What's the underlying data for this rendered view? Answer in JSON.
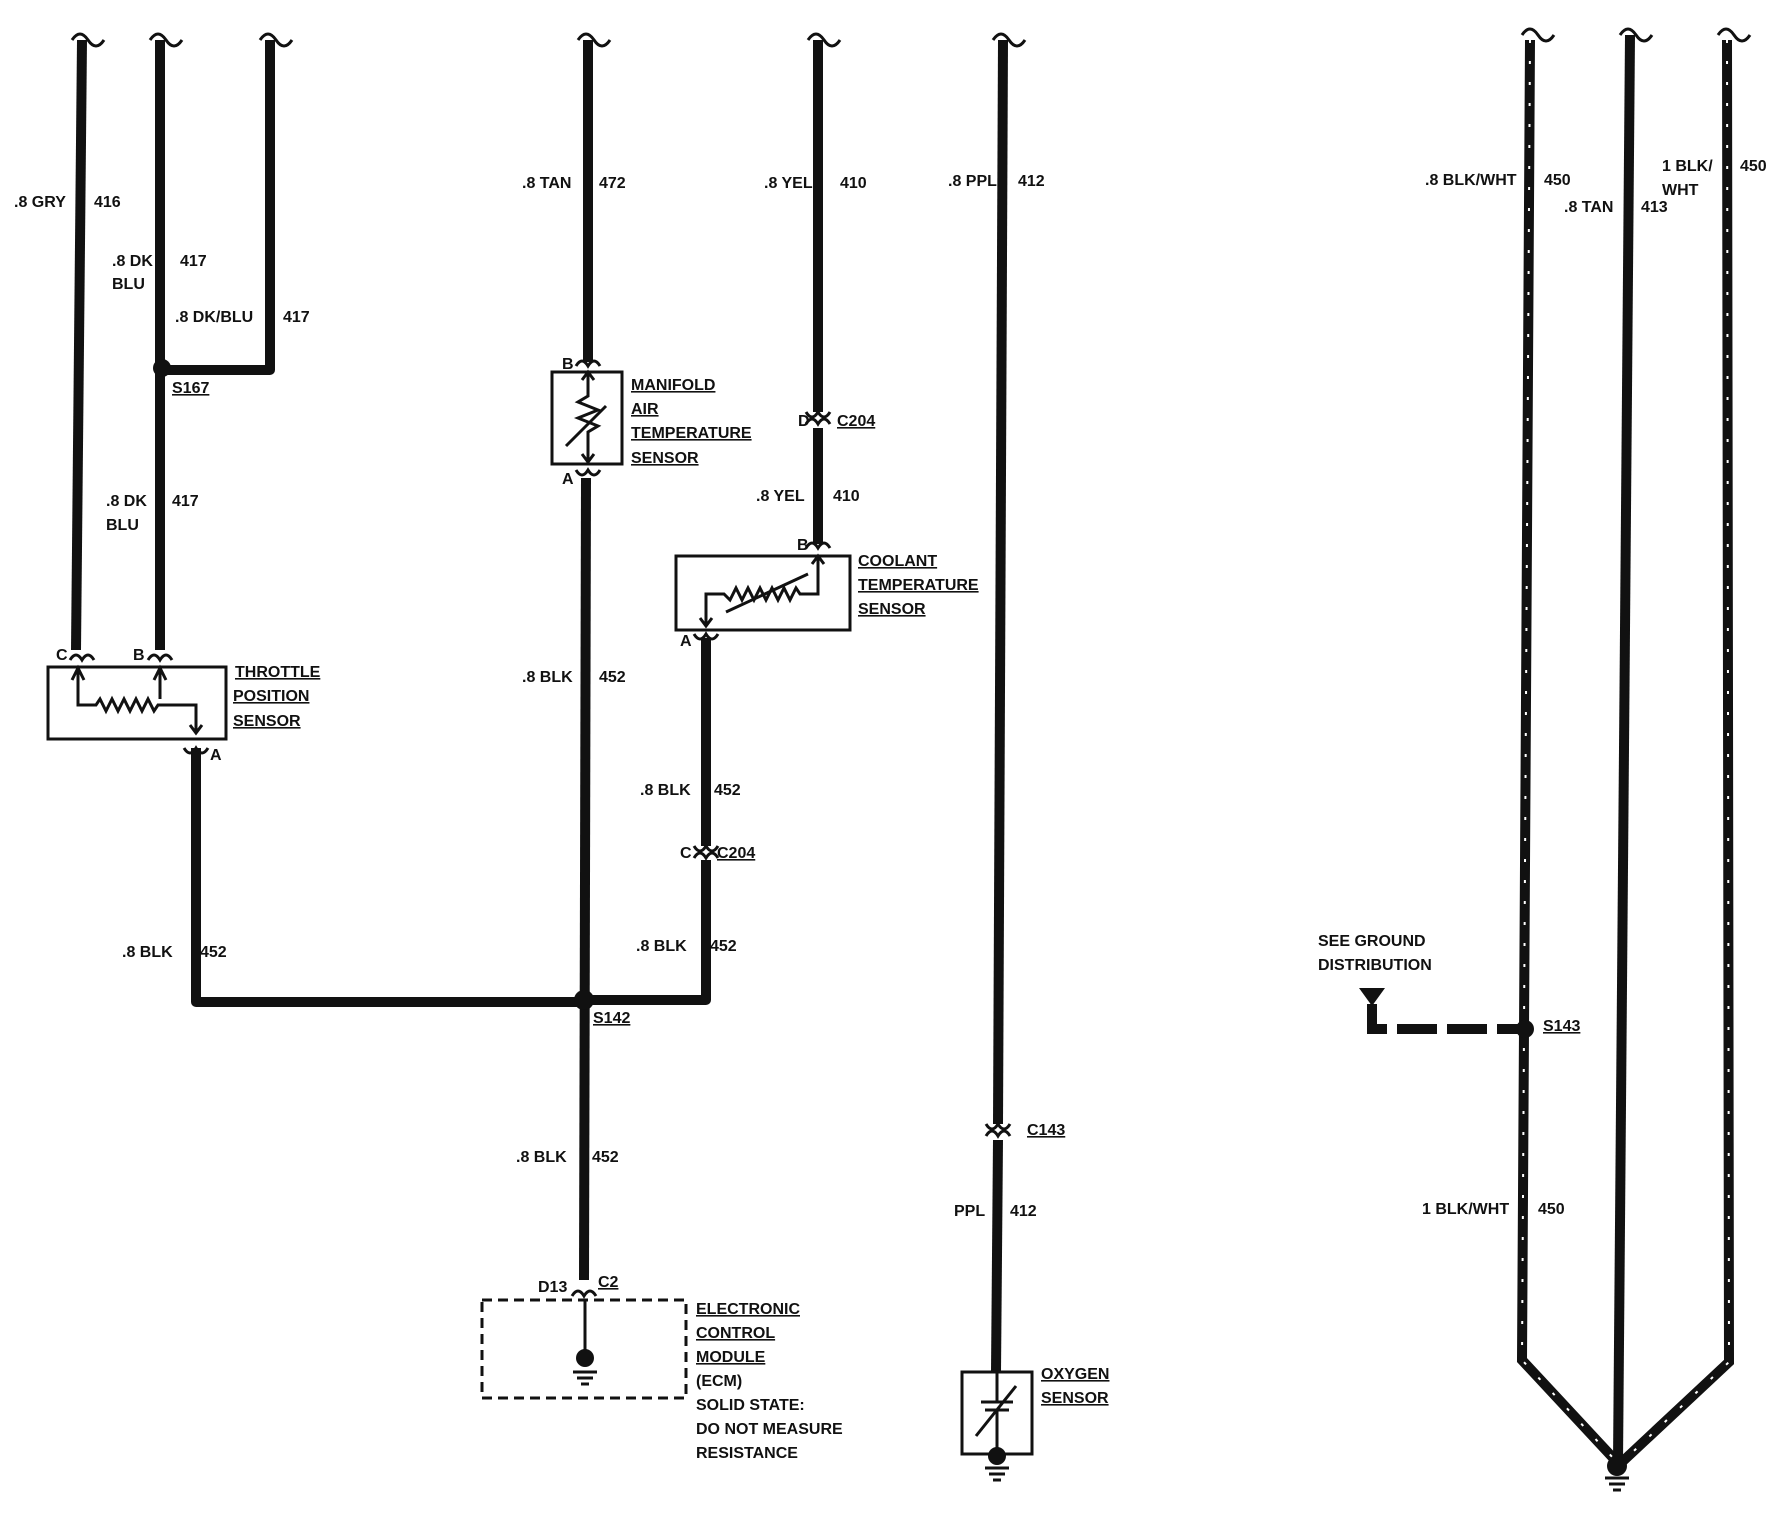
{
  "colors": {
    "ink": "#111111",
    "paper": "#ffffff"
  },
  "wires": {
    "w1": {
      "gauge": ".8 GRY",
      "circuit": "416"
    },
    "w2": {
      "gauge1": ".8 DK",
      "gauge2": "BLU",
      "circuit": "417"
    },
    "w3": {
      "gauge": ".8 DK/BLU",
      "circuit": "417"
    },
    "w2b": {
      "gauge1": ".8 DK",
      "gauge2": "BLU",
      "circuit": "417"
    },
    "tps_gnd": {
      "gauge": ".8 BLK",
      "circuit": "452"
    },
    "mat_top": {
      "gauge": ".8 TAN",
      "circuit": "472"
    },
    "mat_bot": {
      "gauge": ".8 BLK",
      "circuit": "452"
    },
    "cts_top": {
      "gauge": ".8 YEL",
      "circuit": "410"
    },
    "cts_mid": {
      "gauge": ".8 YEL",
      "circuit": "410"
    },
    "cts_bot1": {
      "gauge": ".8 BLK",
      "circuit": "452"
    },
    "cts_bot2": {
      "gauge": ".8 BLK",
      "circuit": "452"
    },
    "ecm": {
      "gauge": ".8 BLK",
      "circuit": "452"
    },
    "o2_top": {
      "gauge": ".8 PPL",
      "circuit": "412"
    },
    "o2_bot": {
      "gauge": "PPL",
      "circuit": "412"
    },
    "gnd1": {
      "gauge": ".8 BLK/WHT",
      "circuit": "450"
    },
    "gnd2": {
      "gauge": ".8 TAN",
      "circuit": "413"
    },
    "gnd3": {
      "gauge1": "1 BLK/",
      "gauge2": "WHT",
      "circuit": "450"
    },
    "gnd_bot": {
      "gauge": "1 BLK/WHT",
      "circuit": "450"
    }
  },
  "splices": {
    "s167": "S167",
    "s142": "S142",
    "s143": "S143"
  },
  "connectors": {
    "c204_d": "D",
    "c204": "C204",
    "c204_c": "C",
    "c143": "C143",
    "c2": "C2",
    "d13": "D13"
  },
  "pins": {
    "tps_c": "C",
    "tps_b": "B",
    "tps_a": "A",
    "mat_b": "B",
    "mat_a": "A",
    "cts_b": "B",
    "cts_a": "A"
  },
  "components": {
    "tps": [
      "THROTTLE",
      "POSITION",
      "SENSOR"
    ],
    "mat": [
      "MANIFOLD",
      "AIR",
      "TEMPERATURE",
      "SENSOR"
    ],
    "cts": [
      "COOLANT",
      "TEMPERATURE",
      "SENSOR"
    ],
    "ecm": [
      "ELECTRONIC",
      "CONTROL",
      "MODULE"
    ],
    "ecm_note": [
      "(ECM)",
      "SOLID STATE:",
      "DO NOT MEASURE",
      "RESISTANCE"
    ],
    "o2": [
      "OXYGEN",
      "SENSOR"
    ]
  },
  "ground_ref": [
    "SEE GROUND",
    "DISTRIBUTION"
  ]
}
